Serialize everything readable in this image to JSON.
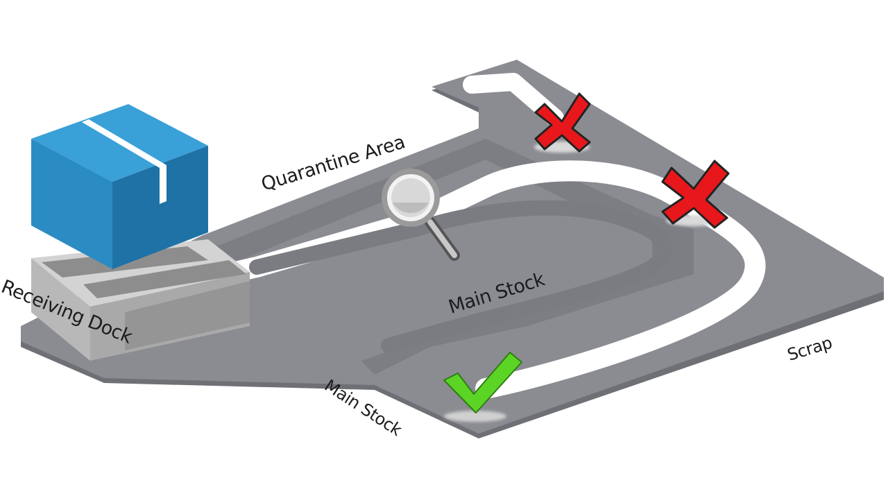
{
  "labels": {
    "receiving_dock": "Receiving Dock",
    "quarantine_area": "Quarantine Area",
    "main_stock_center": "Main Stock",
    "scrap": "Scrap",
    "main_stock_bottom": "Main Stock"
  },
  "markers": {
    "inspection": "magnifying-glass-icon",
    "rejected_1": "red-x-icon",
    "rejected_2": "red-x-icon",
    "accepted": "green-check-icon"
  },
  "colors": {
    "floor": "#8a8c91",
    "floor_edge": "#6d6f74",
    "path": "#ffffff",
    "box_front": "#2b8cc4",
    "box_top": "#3a9fd6",
    "box_side": "#1f6e9e",
    "reject": "#e8171b",
    "accept": "#5cd426"
  }
}
